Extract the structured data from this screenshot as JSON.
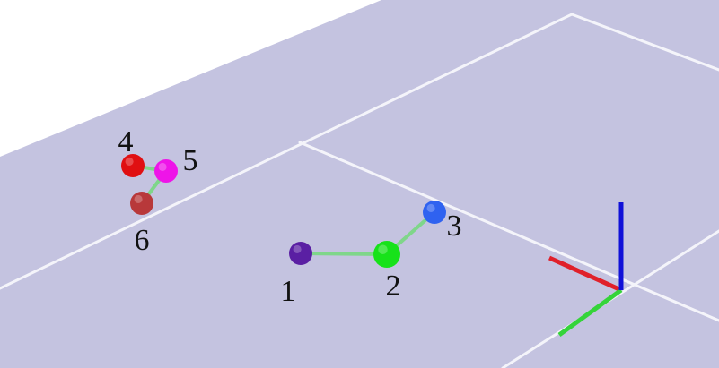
{
  "colors": {
    "background": "#ffffff",
    "ground_plane": "#c4c3e0",
    "grid_line": "#f4f4fa",
    "link": "#7fd68a",
    "axis_x": "#e0202a",
    "axis_y": "#35d43a",
    "axis_z": "#1010d8"
  },
  "nodes": [
    {
      "id": "1",
      "label": "1",
      "color": "#5a1fa3"
    },
    {
      "id": "2",
      "label": "2",
      "color": "#17e21a"
    },
    {
      "id": "3",
      "label": "3",
      "color": "#2f62f0"
    },
    {
      "id": "4",
      "label": "4",
      "color": "#e00f12"
    },
    {
      "id": "5",
      "label": "5",
      "color": "#ee14e8"
    },
    {
      "id": "6",
      "label": "6",
      "color": "#b8383a"
    }
  ],
  "edges": [
    [
      "1",
      "2"
    ],
    [
      "2",
      "3"
    ],
    [
      "4",
      "5"
    ],
    [
      "5",
      "6"
    ]
  ]
}
